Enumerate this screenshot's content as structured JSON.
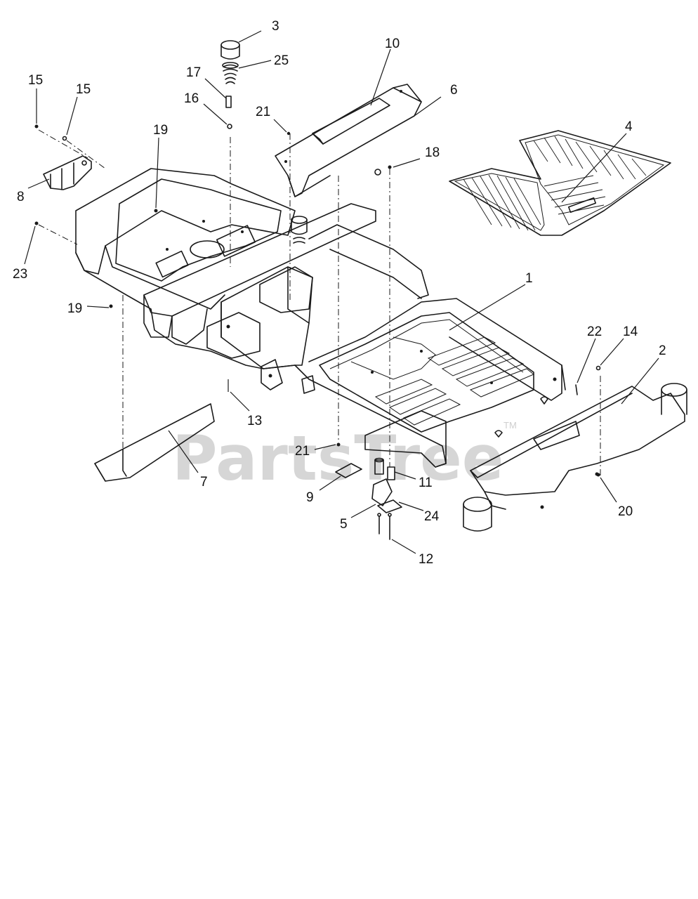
{
  "diagram": {
    "watermark": "PartsTree",
    "trademark": "TM",
    "callouts": [
      "1",
      "2",
      "3",
      "4",
      "5",
      "6",
      "7",
      "8",
      "9",
      "10",
      "11",
      "12",
      "13",
      "14",
      "15",
      "15",
      "16",
      "17",
      "18",
      "19",
      "19",
      "20",
      "21",
      "21",
      "22",
      "23",
      "24",
      "25"
    ]
  },
  "colors": {
    "line": "#1a1a1a",
    "watermark": "#d6d6d6",
    "background": "#ffffff"
  }
}
